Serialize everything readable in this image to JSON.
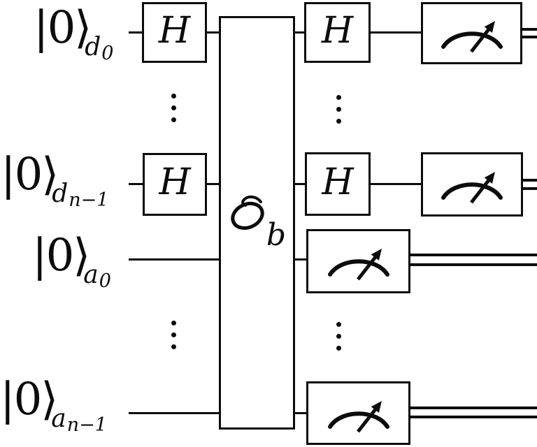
{
  "colors": {
    "ink": "#0c0c0c",
    "background": "#ffffff"
  },
  "hadamard": {
    "label": "H"
  },
  "oracle": {
    "symbol": "𝒪",
    "subscript": "b"
  },
  "icons": {
    "oracle_symbol": "script-capital-o",
    "measurement": "meter-gauge-with-arrow",
    "ellipsis": "⋮"
  },
  "wires": [
    {
      "ket": "|0⟩",
      "register": "d",
      "index": "0"
    },
    {
      "ket": "|0⟩",
      "register": "d",
      "index": "n−1"
    },
    {
      "ket": "|0⟩",
      "register": "a",
      "index": "0"
    },
    {
      "ket": "|0⟩",
      "register": "a",
      "index": "n−1"
    }
  ]
}
